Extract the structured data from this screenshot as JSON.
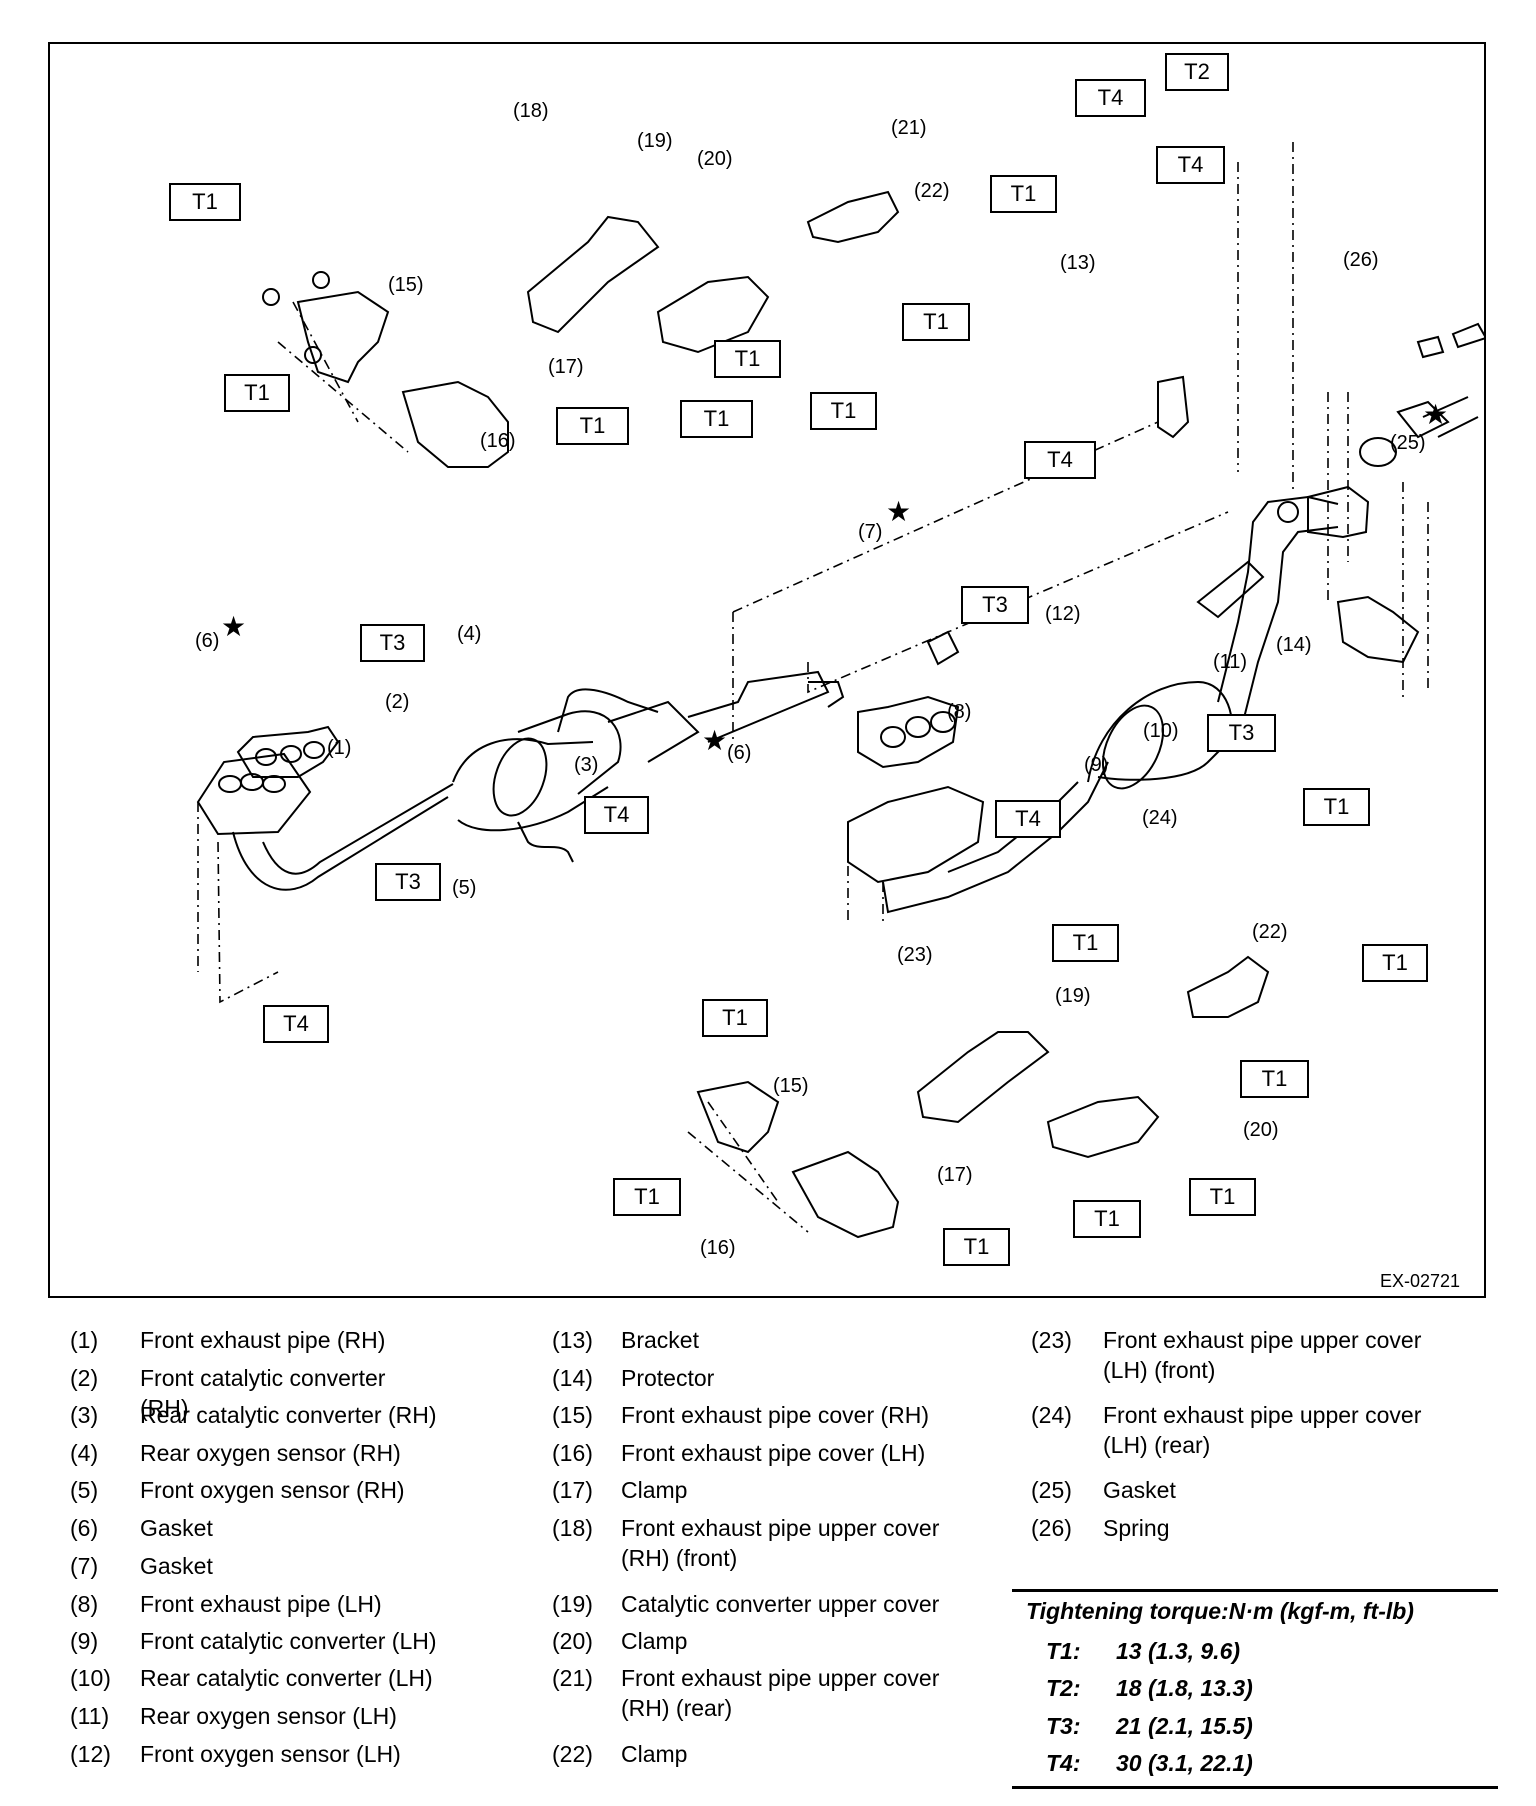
{
  "figure_id": "EX-02721",
  "diagram": {
    "torque_tags": [
      "T1",
      "T2",
      "T3",
      "T4"
    ],
    "callouts": [
      "(1)",
      "(2)",
      "(3)",
      "(4)",
      "(5)",
      "(6)",
      "(7)",
      "(8)",
      "(9)",
      "(10)",
      "(11)",
      "(12)",
      "(13)",
      "(14)",
      "(15)",
      "(16)",
      "(17)",
      "(18)",
      "(19)",
      "(20)",
      "(21)",
      "(22)",
      "(23)",
      "(24)",
      "(25)",
      "(26)"
    ],
    "star_symbol": "★"
  },
  "legend": [
    {
      "num": "(1)",
      "text": "Front exhaust pipe (RH)"
    },
    {
      "num": "(2)",
      "text": "Front catalytic converter (RH)"
    },
    {
      "num": "(3)",
      "text": "Rear catalytic converter (RH)"
    },
    {
      "num": "(4)",
      "text": "Rear oxygen sensor (RH)"
    },
    {
      "num": "(5)",
      "text": "Front oxygen sensor (RH)"
    },
    {
      "num": "(6)",
      "text": "Gasket"
    },
    {
      "num": "(7)",
      "text": "Gasket"
    },
    {
      "num": "(8)",
      "text": "Front exhaust pipe (LH)"
    },
    {
      "num": "(9)",
      "text": "Front catalytic converter (LH)"
    },
    {
      "num": "(10)",
      "text": "Rear catalytic converter (LH)"
    },
    {
      "num": "(11)",
      "text": "Rear oxygen sensor (LH)"
    },
    {
      "num": "(12)",
      "text": "Front oxygen sensor (LH)"
    },
    {
      "num": "(13)",
      "text": "Bracket"
    },
    {
      "num": "(14)",
      "text": "Protector"
    },
    {
      "num": "(15)",
      "text": "Front exhaust pipe cover (RH)"
    },
    {
      "num": "(16)",
      "text": "Front exhaust pipe cover (LH)"
    },
    {
      "num": "(17)",
      "text": "Clamp"
    },
    {
      "num": "(18)",
      "text": "Front exhaust pipe upper cover (RH) (front)"
    },
    {
      "num": "(19)",
      "text": "Catalytic converter upper cover"
    },
    {
      "num": "(20)",
      "text": "Clamp"
    },
    {
      "num": "(21)",
      "text": "Front exhaust pipe upper cover (RH) (rear)"
    },
    {
      "num": "(22)",
      "text": "Clamp"
    },
    {
      "num": "(23)",
      "text": "Front exhaust pipe upper cover (LH) (front)"
    },
    {
      "num": "(24)",
      "text": "Front exhaust pipe upper cover (LH) (rear)"
    },
    {
      "num": "(25)",
      "text": "Gasket"
    },
    {
      "num": "(26)",
      "text": "Spring"
    }
  ],
  "torque": {
    "title": "Tightening torque:N·m (kgf-m, ft-lb)",
    "rows": [
      {
        "code": "T1:",
        "value": "13 (1.3, 9.6)"
      },
      {
        "code": "T2:",
        "value": "18 (1.8, 13.3)"
      },
      {
        "code": "T3:",
        "value": "21 (2.1, 15.5)"
      },
      {
        "code": "T4:",
        "value": "30 (3.1, 22.1)"
      }
    ]
  }
}
